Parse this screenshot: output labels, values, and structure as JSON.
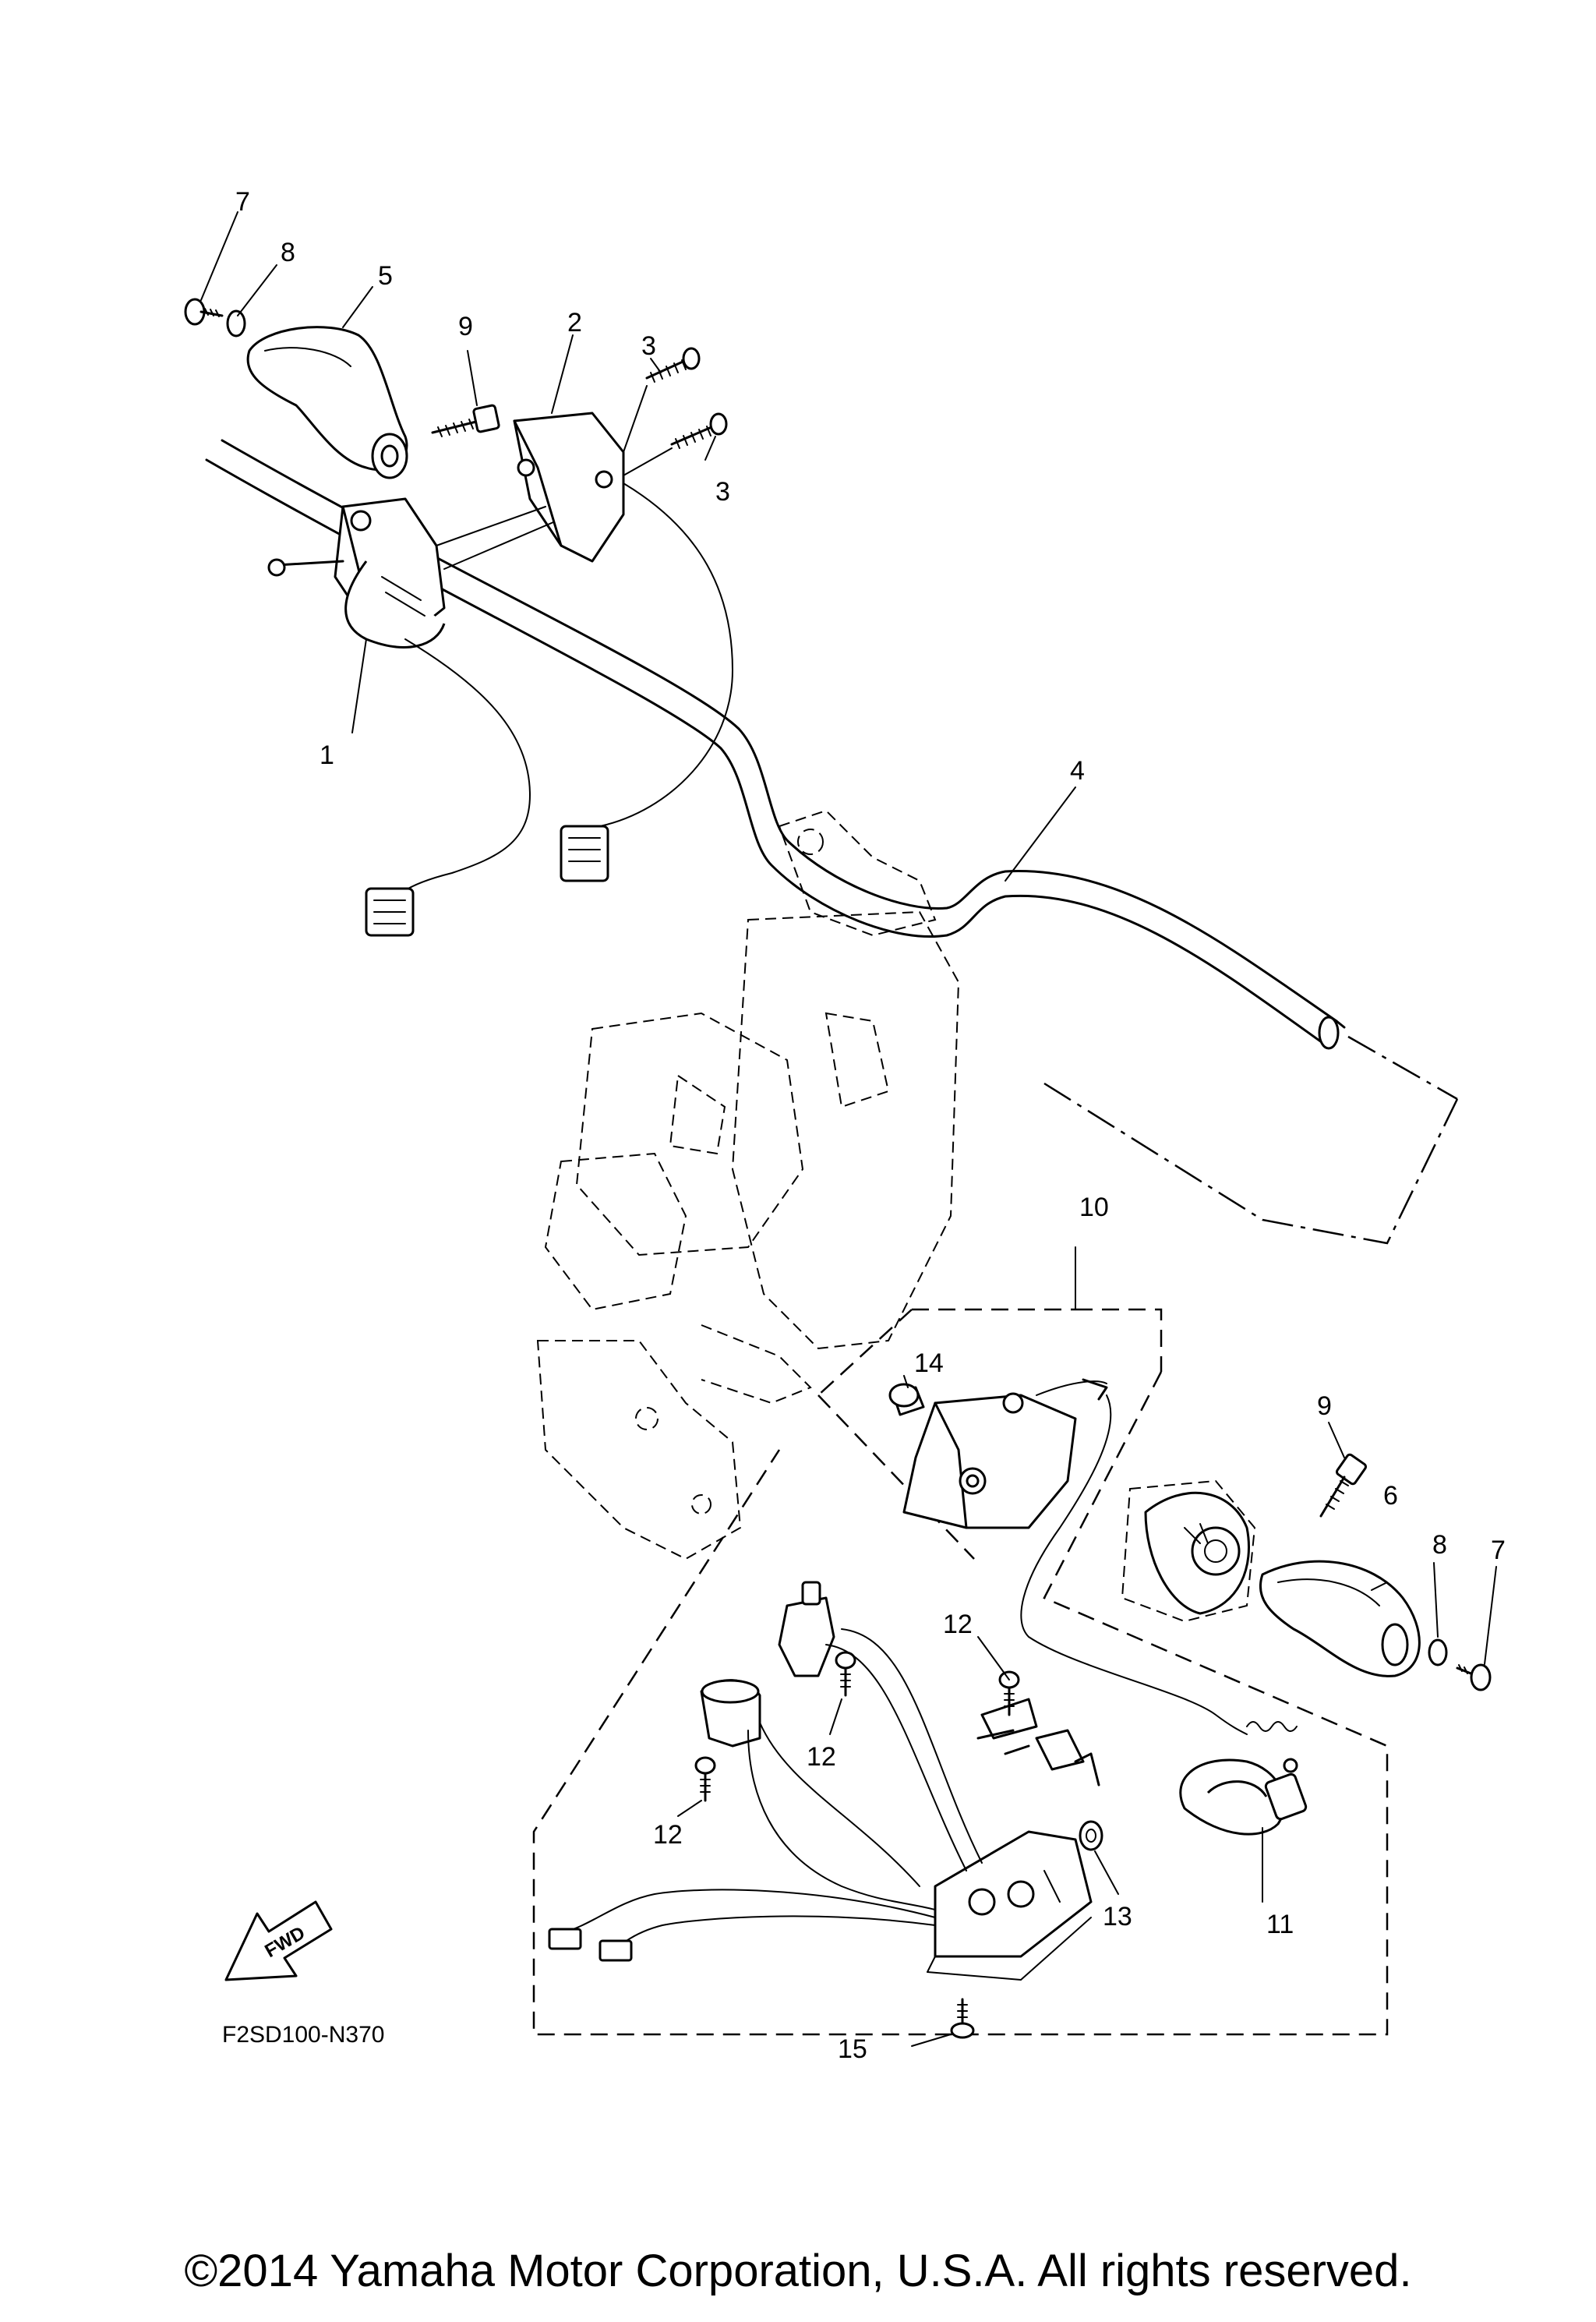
{
  "diagram": {
    "code": "F2SD100-N370",
    "fwd_label": "FWD",
    "callouts": [
      "1",
      "2",
      "3",
      "3",
      "4",
      "5",
      "6",
      "7",
      "7",
      "8",
      "8",
      "9",
      "9",
      "10",
      "11",
      "12",
      "12",
      "12",
      "13",
      "14",
      "15"
    ]
  },
  "footer": {
    "copyright": "©2014 Yamaha Motor Corporation, U.S.A. All rights reserved."
  }
}
